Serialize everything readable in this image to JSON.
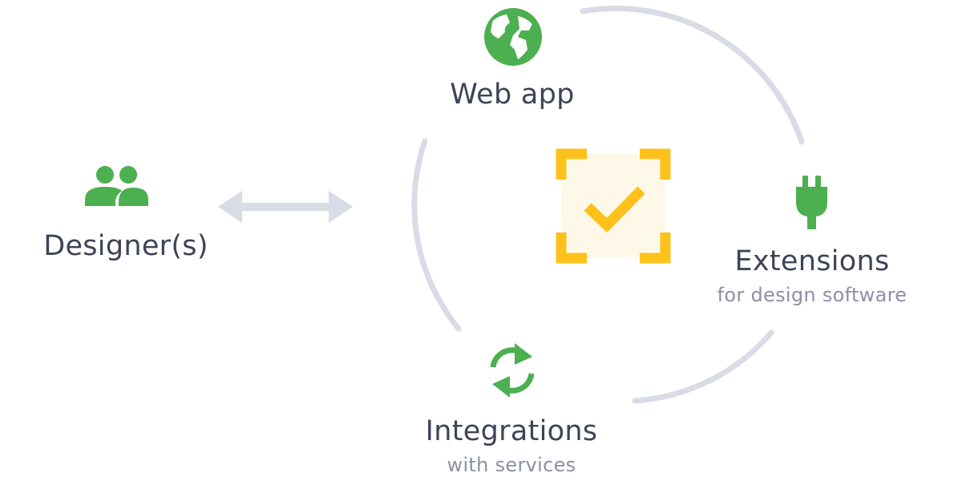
{
  "nodes": {
    "designers": {
      "label": "Designer(s)",
      "icon": "users-icon"
    },
    "web_app": {
      "label": "Web app",
      "icon": "globe-icon"
    },
    "extensions": {
      "label": "Extensions",
      "sublabel": "for design software",
      "icon": "plug-icon"
    },
    "integrations": {
      "label": "Integrations",
      "sublabel": "with services",
      "icon": "sync-icon"
    },
    "center": {
      "icon": "checkmark-frame-icon"
    }
  },
  "colors": {
    "green": "#4caf50",
    "yellow": "#fcc21b",
    "yellow_fill": "#fdf8e8",
    "ring": "#d9dbe6",
    "arrow": "#d9dbe6",
    "text": "#3e4358",
    "subtext": "#8c90a8"
  }
}
